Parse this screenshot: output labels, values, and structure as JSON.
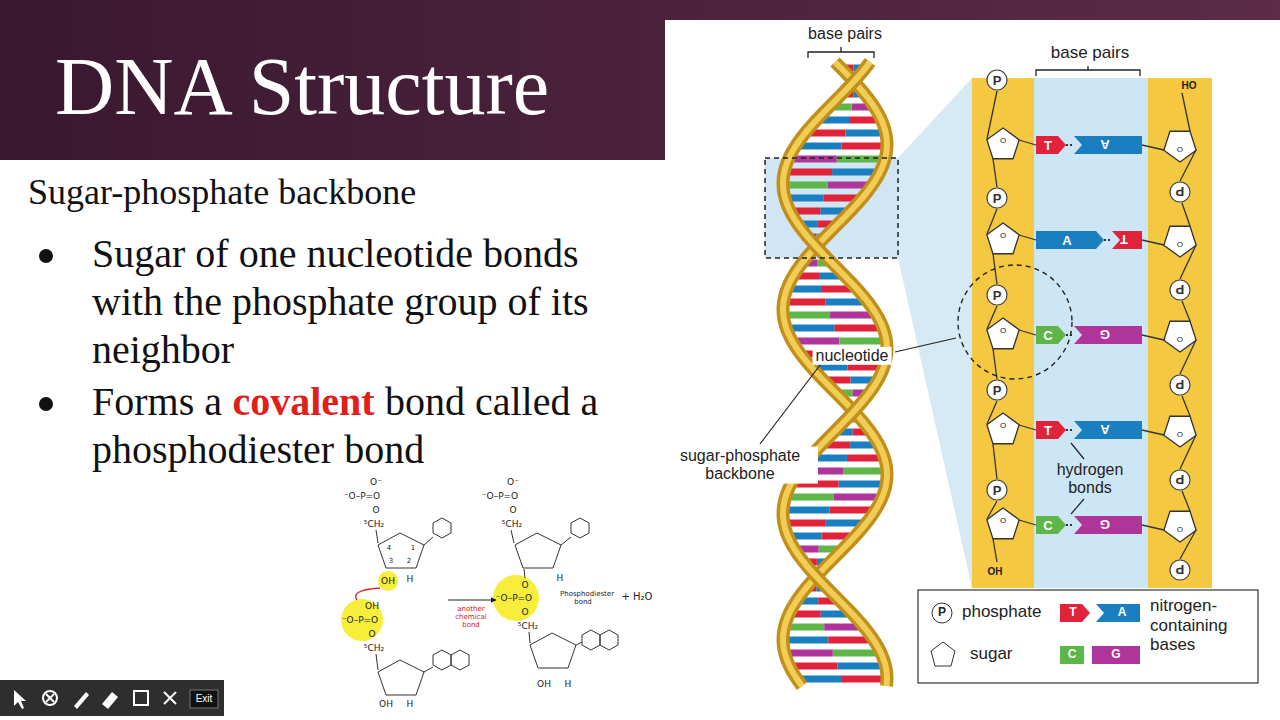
{
  "diagram": {
    "title": "DNA Structure",
    "nodes": [
      {
        "text": [
          "P"
        ]
      },
      {
        "text": [
          "T"
        ]
      },
      {
        "text": [
          "A"
        ]
      },
      {
        "text": [
          "P"
        ]
      },
      {
        "text": [
          "P"
        ]
      },
      {
        "text": [
          "A"
        ]
      },
      {
        "text": [
          "T"
        ]
      },
      {
        "text": [
          "P"
        ]
      },
      {
        "text": [
          "P"
        ]
      },
      {
        "text": [
          "C"
        ]
      },
      {
        "text": [
          "G"
        ]
      },
      {
        "text": [
          "P"
        ]
      },
      {
        "text": [
          "P"
        ]
      },
      {
        "text": [
          "T"
        ]
      },
      {
        "text": [
          "A"
        ]
      },
      {
        "text": [
          "P"
        ]
      },
      {
        "text": [
          "P"
        ]
      },
      {
        "text": [
          "C"
        ]
      },
      {
        "text": [
          "G"
        ]
      },
      {
        "text": [
          "P"
        ]
      }
    ],
    "edges": [
      {
        "from": 1,
        "to": 2,
        "arrow": "none"
      },
      {
        "from": 5,
        "to": 6,
        "arrow": "none"
      },
      {
        "from": 9,
        "to": 10,
        "arrow": "none"
      },
      {
        "from": 13,
        "to": 14,
        "arrow": "none"
      },
      {
        "from": 17,
        "to": 18,
        "arrow": "none"
      }
    ],
    "labels": [
      "Sugar-phosphate backbone",
      "Sugar of one nucleotide bonds with the phosphate group of its neighbor",
      "Forms a",
      "covalent",
      "bond called a phosphodiester bond",
      "base pairs",
      "base pairs",
      "HO",
      "OH",
      "nucleotide",
      "sugar-phosphate backbone",
      "hydrogen bonds",
      "O",
      "O",
      "O",
      "O",
      "O",
      "O",
      "O",
      "O",
      "O",
      "O",
      "P",
      "T",
      "A",
      "C",
      "G",
      "O⁻",
      "⁻O–P=O",
      "O",
      "⁵CH₂",
      "4",
      "1",
      "3",
      "2",
      "OH",
      "H",
      "OH",
      "⁻O–P=O",
      "O",
      "⁵CH₂",
      "OH",
      "H",
      "another chemical bond",
      "O⁻",
      "⁻O–P=O",
      "O",
      "⁵CH₂",
      "H",
      "O",
      "⁻O–P=O",
      "O",
      "Phosphodiester bond",
      "+ H₂O",
      "⁵CH₂",
      "OH",
      "H",
      "Exit"
    ],
    "legend": [
      {
        "text": "phosphate"
      },
      {
        "text": "sugar"
      },
      {
        "text": "nitrogen-containing bases"
      }
    ]
  }
}
